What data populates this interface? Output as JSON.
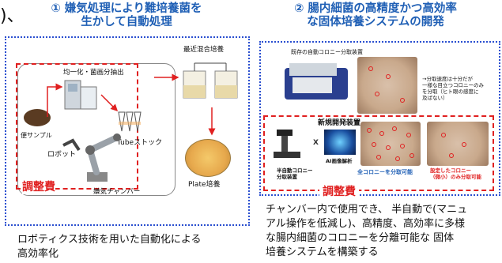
{
  "top": {
    "bracket": ")、",
    "left_title": [
      "① 嫌気処理により難培養菌を",
      "生かして自動処理"
    ],
    "right_title": [
      "② 腸内細菌の高精度かつ高効率",
      "な固体培養システムの開発"
    ]
  },
  "left_panel": {
    "homogenize_label": "均一化・菌画分抽出",
    "recent_culture_label": "最近混合培養",
    "stool_label": "便サンプル",
    "robot_label": "ロボット",
    "tube_label": "Tubeストック",
    "plate_label": "Plate培養",
    "chamber_label": "嫌気チャンバー",
    "adjust_label": "調整費"
  },
  "right_panel": {
    "existing_label": "既存の自動コロニー分取装置",
    "existing_note": [
      "→分取速度は十分だが",
      "一様な目立つコロニーのみ",
      "を分取（ヒト眼の感度に",
      "及ばない）"
    ],
    "new_label": "新規開発装置",
    "cross": "X",
    "semi_auto_label": [
      "半自動コロニー",
      "分取装置"
    ],
    "ai_label": "AI画像解析",
    "all_colony_label": "全コロニーを分取可能",
    "set_colony_label": [
      "設定したコロニー",
      "（微小）のみ分取可能"
    ],
    "adjust_label": "調整費"
  },
  "captions": {
    "left": [
      "ロボティクス技術を用いた自動化による",
      "高効率化"
    ],
    "right": [
      "チャンバー内で使用でき、 半自動で(マニュ",
      "アル操作を低減し)、高精度、高効率に多様",
      "な腸内細菌のコロニーを分離可能な 固体",
      "培養システムを構築する"
    ]
  },
  "colors": {
    "title_blue": "#1f5fb5",
    "dotted_blue": "#2a4fd0",
    "adjust_red": "#e02020"
  }
}
